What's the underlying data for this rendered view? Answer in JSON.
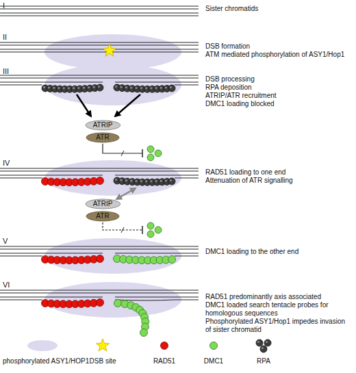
{
  "diagram": {
    "nodes": [
      {
        "text": [
          "ATRIP"
        ]
      },
      {
        "text": [
          "ATR"
        ]
      },
      {
        "text": [
          "ATRIP"
        ]
      },
      {
        "text": [
          "ATR"
        ]
      }
    ],
    "labels": [
      "I",
      "Sister chromatids",
      "II",
      "DSB formation",
      "ATM mediated phosphorylation of ASY1/Hop1",
      "III",
      "DSB processing",
      "RPA deposition",
      "ATRIP/ATR recruitment",
      "DMC1 loading blocked",
      "IV",
      "RAD51 loading to one end",
      "Attenuation of ATR signalling",
      "V",
      "DMC1 loading to the other end",
      "VI",
      "RAD51 predominantly axis associated",
      "DMC1 loaded search tentacle probes for homologous sequences",
      "Phosphorylated ASY1/Hop1 impedes invasion of sister chromatid"
    ],
    "legend": [
      {
        "text": "phosphorylated ASY1/HOP1",
        "color": "#dcd9ee"
      },
      {
        "text": "DSB site",
        "color": "#fff200"
      },
      {
        "text": "RAD51",
        "color": "#e3120b"
      },
      {
        "text": "DMC1",
        "color": "#7ed957"
      },
      {
        "text": "RPA",
        "color": "#3c3c3c"
      }
    ]
  }
}
